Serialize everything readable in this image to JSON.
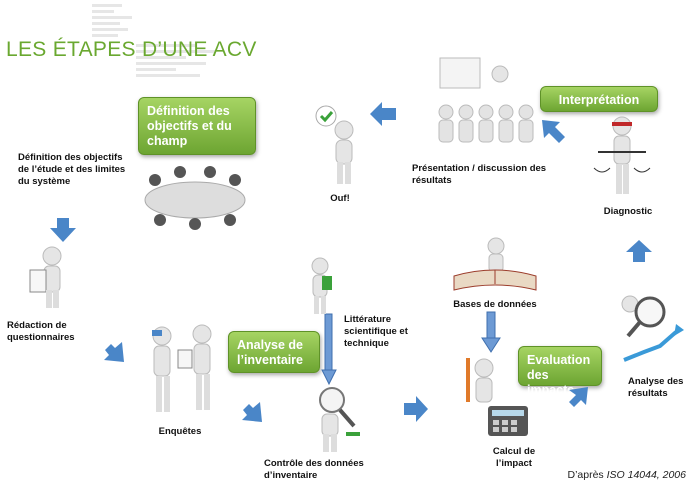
{
  "title": "LES ÉTAPES D’UNE ACV",
  "boxes": {
    "definition": "Définition des objectifs et du champ",
    "interpretation": "Interprétation",
    "inventaire": "Analyse de l’inventaire",
    "impacts": "Evaluation des impacts"
  },
  "labels": {
    "definition_desc": "Définition des objectifs de l’étude et des limites du système",
    "ouf": "Ouf!",
    "presentation": "Présentation / discussion des résultats",
    "diagnostic": "Diagnostic",
    "redaction": "Rédaction de questionnaires",
    "litterature": "Littérature scientifique et technique",
    "bases": "Bases de données",
    "enquetes": "Enquêtes",
    "controle": "Contrôle des données d’inventaire",
    "calcul": "Calcul de l’impact",
    "analyse": "Analyse des résultats"
  },
  "source": {
    "prefix": "D’après ",
    "ref": "ISO 14044, 2006"
  },
  "colors": {
    "green": "#6aa830",
    "box_top": "#a6d463",
    "box_bottom": "#6da532",
    "arrow": "#4a86c8"
  }
}
